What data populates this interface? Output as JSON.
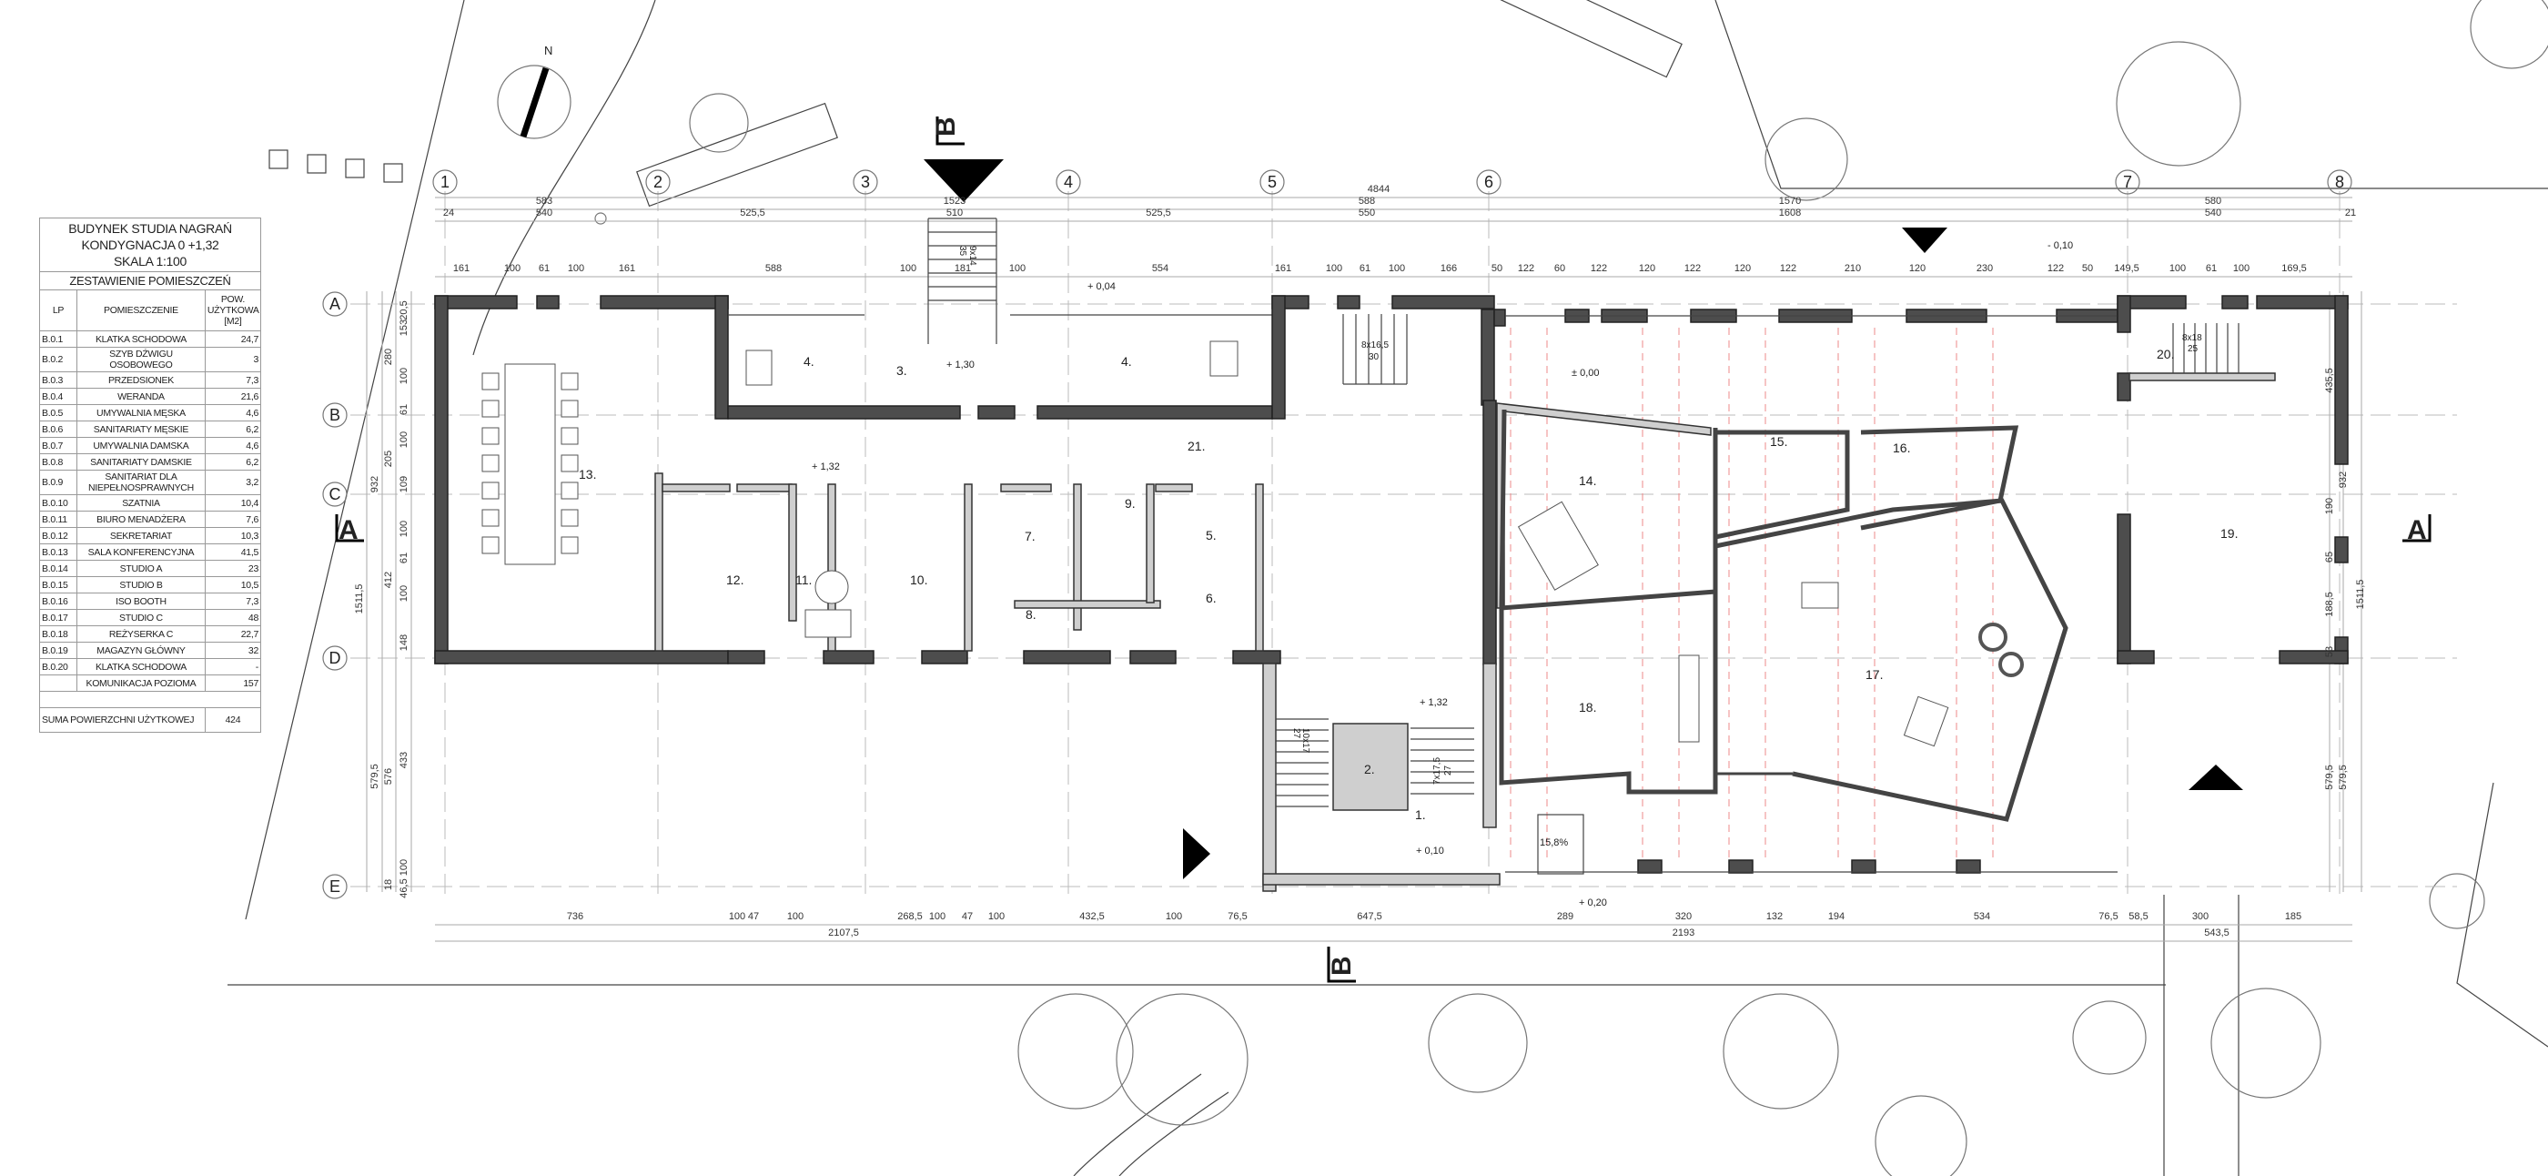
{
  "schedule": {
    "title_lines": [
      "BUDYNEK STUDIA NAGRAŃ",
      "KONDYGNACJA 0 +1,32",
      "SKALA 1:100"
    ],
    "subtitle": "ZESTAWIENIE POMIESZCZEŃ",
    "headers": {
      "lp": "LP",
      "name": "POMIESZCZENIE",
      "area": "POW. UŻYTKOWA [M2]"
    },
    "rows": [
      {
        "lp": "B.0.1",
        "name": "KLATKA SCHODOWA",
        "area": "24,7"
      },
      {
        "lp": "B.0.2",
        "name": "SZYB DŹWIGU OSOBOWEGO",
        "area": "3"
      },
      {
        "lp": "B.0.3",
        "name": "PRZEDSIONEK",
        "area": "7,3"
      },
      {
        "lp": "B.0.4",
        "name": "WERANDA",
        "area": "21,6"
      },
      {
        "lp": "B.0.5",
        "name": "UMYWALNIA MĘSKA",
        "area": "4,6"
      },
      {
        "lp": "B.0.6",
        "name": "SANITARIATY MĘSKIE",
        "area": "6,2"
      },
      {
        "lp": "B.0.7",
        "name": "UMYWALNIA DAMSKA",
        "area": "4,6"
      },
      {
        "lp": "B.0.8",
        "name": "SANITARIATY DAMSKIE",
        "area": "6,2"
      },
      {
        "lp": "B.0.9",
        "name": "SANITARIAT DLA NIEPEŁNOSPRAWNYCH",
        "area": "3,2"
      },
      {
        "lp": "B.0.10",
        "name": "SZATNIA",
        "area": "10,4"
      },
      {
        "lp": "B.0.11",
        "name": "BIURO MENADŻERA",
        "area": "7,6"
      },
      {
        "lp": "B.0.12",
        "name": "SEKRETARIAT",
        "area": "10,3"
      },
      {
        "lp": "B.0.13",
        "name": "SALA KONFERENCYJNA",
        "area": "41,5"
      },
      {
        "lp": "B.0.14",
        "name": "STUDIO A",
        "area": "23"
      },
      {
        "lp": "B.0.15",
        "name": "STUDIO B",
        "area": "10,5"
      },
      {
        "lp": "B.0.16",
        "name": "ISO BOOTH",
        "area": "7,3"
      },
      {
        "lp": "B.0.17",
        "name": "STUDIO C",
        "area": "48"
      },
      {
        "lp": "B.0.18",
        "name": "REŻYSERKA C",
        "area": "22,7"
      },
      {
        "lp": "B.0.19",
        "name": "MAGAZYN GŁÓWNY",
        "area": "32"
      },
      {
        "lp": "B.0.20",
        "name": "KLATKA SCHODOWA",
        "area": "-"
      },
      {
        "lp": "",
        "name": "KOMUNIKACJA POZIOMA",
        "area": "157"
      }
    ],
    "total_label": "SUMA POWIERZCHNI UŻYTKOWEJ",
    "total_value": "424"
  },
  "axes": {
    "columns": [
      "1",
      "2",
      "3",
      "4",
      "5",
      "6",
      "7",
      "8"
    ],
    "rows": [
      "A",
      "B",
      "C",
      "D",
      "E"
    ]
  },
  "north_label": "N",
  "sections": {
    "a": "A",
    "b": "B"
  },
  "rooms": {
    "r1": "1.",
    "r2": "2.",
    "r3": "3.",
    "r4a": "4.",
    "r4b": "4.",
    "r5": "5.",
    "r6": "6.",
    "r7": "7.",
    "r8": "8.",
    "r9": "9.",
    "r10": "10.",
    "r11": "11.",
    "r12": "12.",
    "r13": "13.",
    "r14": "14.",
    "r15": "15.",
    "r16": "16.",
    "r17": "17.",
    "r18": "18.",
    "r19": "19.",
    "r20": "20.",
    "r21": "21."
  },
  "levels": {
    "veranda_mid": "+ 1,30",
    "veranda_out": "+ 0,04",
    "corridor": "+ 1,32",
    "stair_top": "+ 1,32",
    "stair_bottom": "+ 0,10",
    "studio": "± 0,00",
    "outside_ne": "- 0,10",
    "outside_s": "+ 0,20"
  },
  "ramp_slope": "15,8%",
  "stairs": {
    "s1": [
      "9x14",
      "35"
    ],
    "s2": [
      "8x16,5",
      "30"
    ],
    "s3": [
      "10x17",
      "27"
    ],
    "s4": [
      "7x17,5",
      "27"
    ],
    "s5": [
      "8x18",
      "25"
    ]
  },
  "dims": {
    "top1": [
      "4844"
    ],
    "top2": [
      "583",
      "1523",
      "588",
      "1570",
      "580"
    ],
    "top3": [
      "24",
      "540",
      "525,5",
      "510",
      "525,5",
      "550",
      "1608",
      "540",
      "21"
    ],
    "top4": [
      "161",
      "100",
      "61",
      "100",
      "161",
      "588",
      "100",
      "181",
      "100",
      "554",
      "161",
      "100",
      "61",
      "100",
      "166",
      "50",
      "122",
      "60",
      "122",
      "120",
      "122",
      "120",
      "122",
      "210",
      "120",
      "230",
      "122",
      "50",
      "149,5",
      "100",
      "61",
      "100",
      "169,5"
    ],
    "bot1": [
      "736",
      "100",
      "47",
      "100",
      "268,5",
      "100",
      "47",
      "100",
      "432,5",
      "100",
      "76,5",
      "647,5",
      "289",
      "320",
      "132",
      "194",
      "534",
      "76,5",
      "58,5",
      "300",
      "185"
    ],
    "bot2": [
      "2107,5",
      "2193",
      "543,5"
    ],
    "left1": [
      "1511,5"
    ],
    "left2": [
      "932",
      "579,5"
    ],
    "left3": [
      "280",
      "205",
      "412",
      "576",
      "18"
    ],
    "left4": [
      "20,5",
      "153",
      "100",
      "61",
      "100",
      "109",
      "100",
      "61",
      "100",
      "148",
      "433",
      "100",
      "46,5"
    ],
    "right1": [
      "435,5",
      "190",
      "65",
      "188,5",
      "53",
      "579,5"
    ],
    "right2": [
      "932",
      "579,5"
    ],
    "right3": [
      "1511,5"
    ]
  }
}
